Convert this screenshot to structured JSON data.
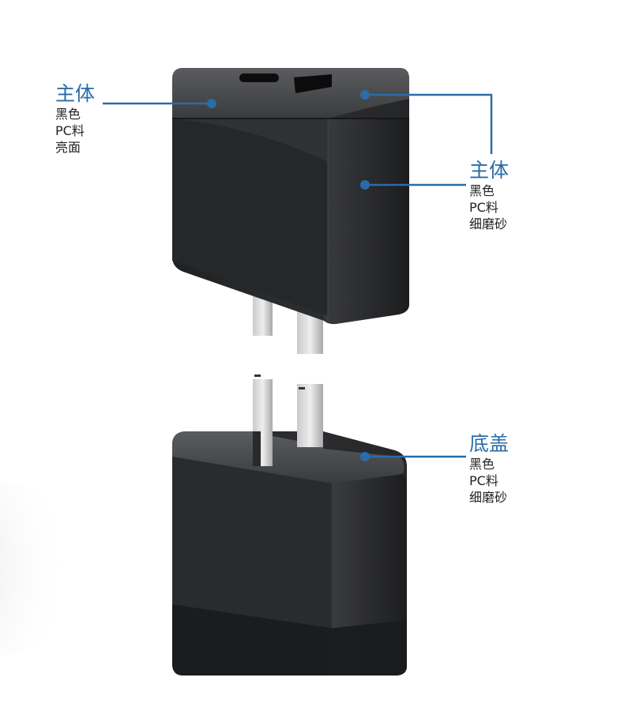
{
  "colors": {
    "accent": "#2a6ca8",
    "body": "#2b2c2e"
  },
  "annotations": [
    {
      "title": "主体",
      "lines": [
        "黑色",
        "PC料",
        "亮面"
      ]
    },
    {
      "title": "主体",
      "lines": [
        "黑色",
        "PC料",
        "细磨砂"
      ]
    },
    {
      "title": "底盖",
      "lines": [
        "黑色",
        "PC料",
        "细磨砂"
      ]
    }
  ]
}
